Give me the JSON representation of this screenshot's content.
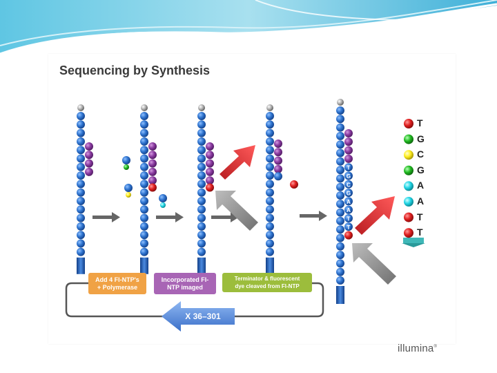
{
  "title": "Sequencing by Synthesis",
  "process_boxes": [
    {
      "line1": "Add 4 Fl-NTP's",
      "line2": "+ Polymerase",
      "color": "#f0a245"
    },
    {
      "line1": "Incorporated Fl-",
      "line2": "NTP imaged",
      "color": "#a865b5"
    },
    {
      "line1": "Terminator & fluorescent",
      "line2": "dye cleaved from Fl-NTP",
      "color": "#9cbd3c"
    }
  ],
  "repeat_label": "X 36–301",
  "sequence": [
    "T",
    "G",
    "C",
    "G",
    "A",
    "A",
    "T",
    "T"
  ],
  "sequence_colors": [
    "#e02020",
    "#22bb22",
    "#ffee22",
    "#22bb22",
    "#22d6e6",
    "#22d6e6",
    "#e02020",
    "#e02020"
  ],
  "incorporated_bases": [
    "T",
    "G",
    "C",
    "G",
    "A",
    "A",
    "T",
    "T"
  ],
  "logo": {
    "text": "illumina"
  },
  "colors": {
    "strand": "#2a6fc0",
    "primer": "#8a3aa0",
    "red_arrow": "#e8383d",
    "gray_arrow": "#8f8f8f",
    "repeat_arrow": "#5a8ee0"
  }
}
